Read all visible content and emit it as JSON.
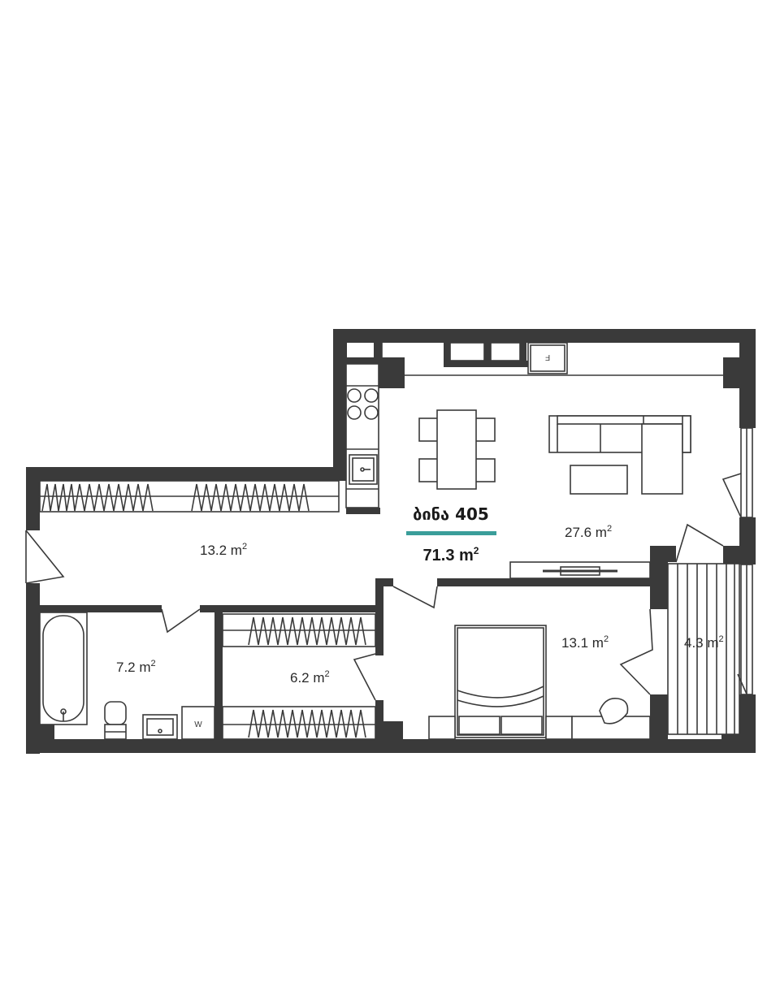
{
  "apartment": {
    "title": "ბინა 405",
    "total_area": "71.3 m",
    "accent_color": "#3a9e9a"
  },
  "rooms": [
    {
      "key": "living",
      "area": "27.6 m"
    },
    {
      "key": "corridor",
      "area": "13.2 m"
    },
    {
      "key": "bedroom",
      "area": "13.1 m"
    },
    {
      "key": "bathroom",
      "area": "7.2 m"
    },
    {
      "key": "wardrobe",
      "area": "6.2 m"
    },
    {
      "key": "balcony",
      "area": "4.3 m"
    }
  ],
  "unit_sup": "2",
  "labels": {
    "washer": "W",
    "fridge": "F"
  }
}
